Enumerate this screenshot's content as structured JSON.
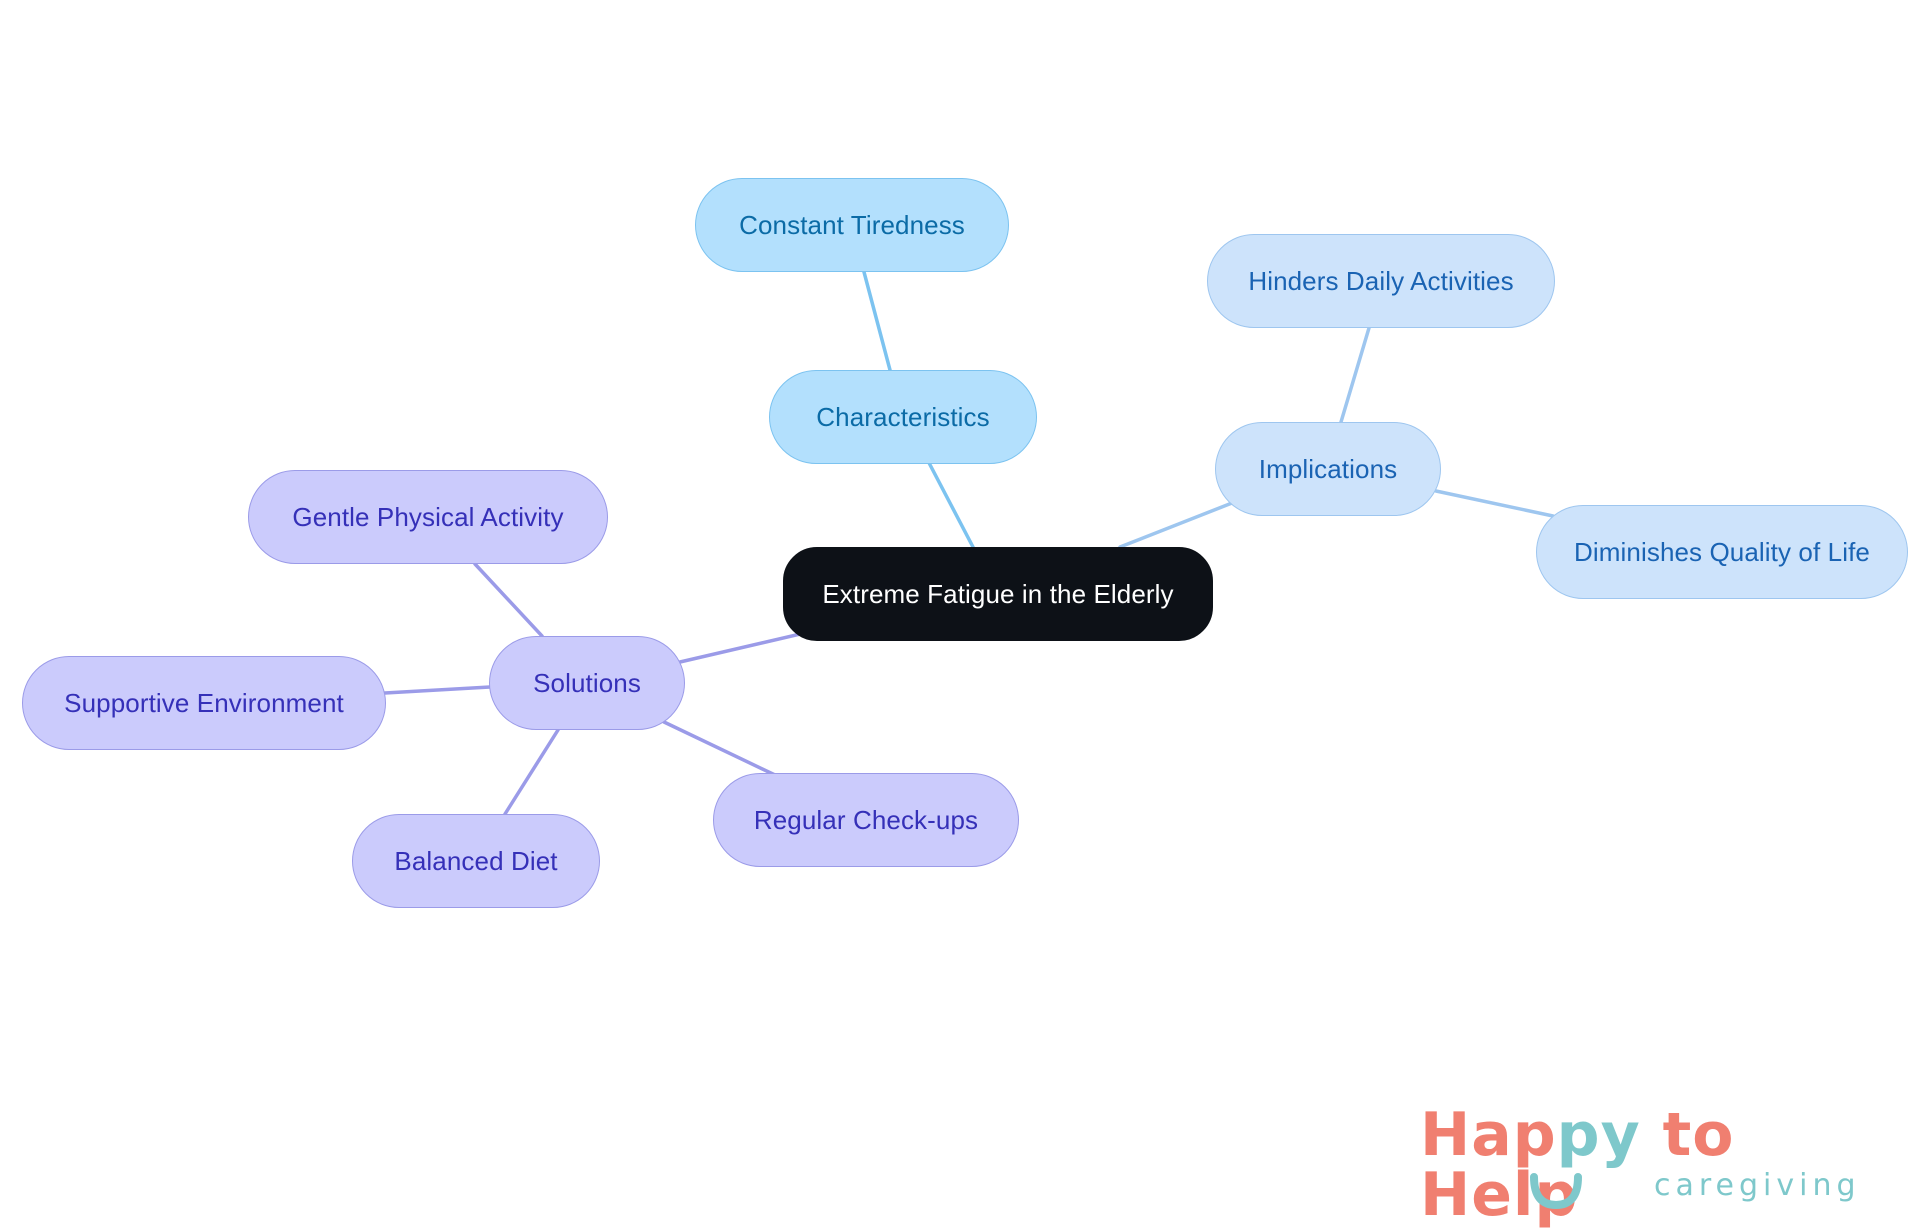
{
  "diagram": {
    "root": {
      "label": "Extreme Fatigue in the Elderly",
      "fill": "#0d1117",
      "text_color": "#ffffff"
    },
    "branches": [
      {
        "key": "characteristics",
        "label": "Characteristics",
        "fill": "#b3e0fd",
        "stroke": "#7cc3f0",
        "text_color": "#0b6ba6",
        "line_color": "#7cc3f0",
        "children": [
          {
            "key": "constant-tiredness",
            "label": "Constant Tiredness"
          }
        ]
      },
      {
        "key": "implications",
        "label": "Implications",
        "fill": "#cde3fb",
        "stroke": "#9ec6ef",
        "text_color": "#1a63b3",
        "line_color": "#9ec6ef",
        "children": [
          {
            "key": "hinders-daily-activities",
            "label": "Hinders Daily Activities"
          },
          {
            "key": "diminishes-quality-of-life",
            "label": "Diminishes Quality of Life"
          }
        ]
      },
      {
        "key": "solutions",
        "label": "Solutions",
        "fill": "#cbcbfc",
        "stroke": "#9b9be8",
        "text_color": "#3530b8",
        "line_color": "#9b9be8",
        "children": [
          {
            "key": "gentle-physical-activity",
            "label": "Gentle Physical Activity"
          },
          {
            "key": "supportive-environment",
            "label": "Supportive Environment"
          },
          {
            "key": "balanced-diet",
            "label": "Balanced Diet"
          },
          {
            "key": "regular-check-ups",
            "label": "Regular Check-ups"
          }
        ]
      }
    ]
  },
  "logo": {
    "brand": "Happy to Help",
    "tagline": "caregiving",
    "brand_color": "#f07f70",
    "accent_color": "#7ec8cb"
  }
}
